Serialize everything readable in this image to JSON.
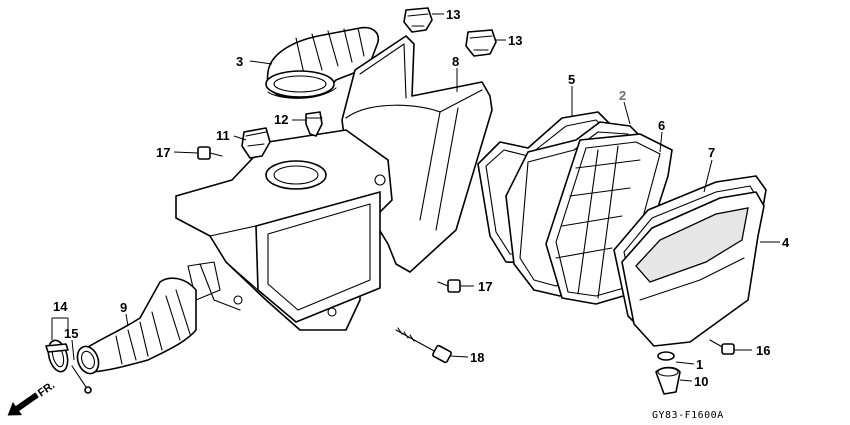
{
  "diagram": {
    "callouts": {
      "c1": "1",
      "c2": "2",
      "c3": "3",
      "c4": "4",
      "c5": "5",
      "c6": "6",
      "c7": "7",
      "c8": "8",
      "c9": "9",
      "c10": "10",
      "c11": "11",
      "c12": "12",
      "c13a": "13",
      "c13b": "13",
      "c14": "14",
      "c15": "15",
      "c16": "16",
      "c17a": "17",
      "c17b": "17",
      "c18": "18"
    },
    "direction_label": "FR.",
    "drawing_code": "GY83-F1600A",
    "highlight_color": "#6f6f6f"
  }
}
